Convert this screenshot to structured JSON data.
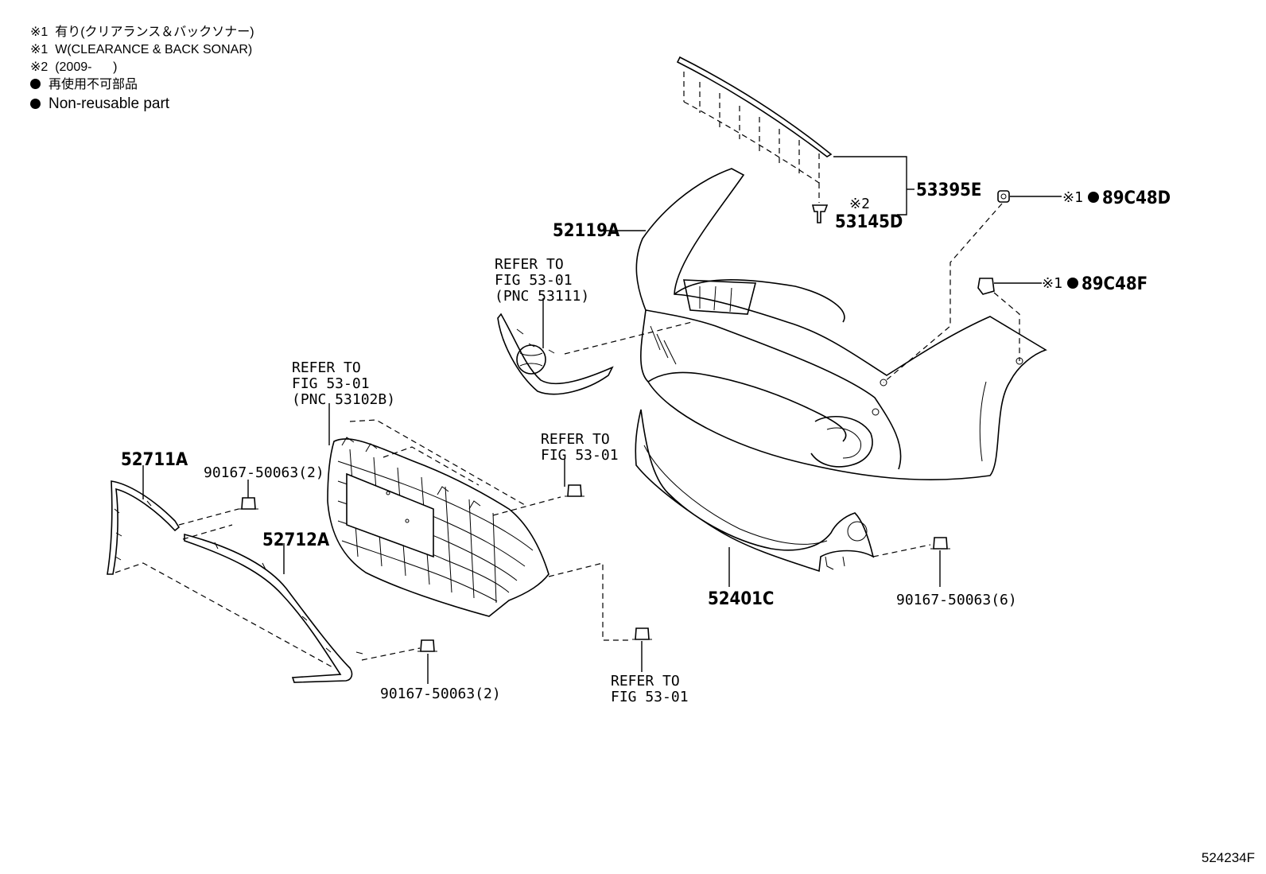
{
  "legend": {
    "note1_jp": "※1  有り(クリアランス＆バックソナー)",
    "note1_en": "※1  W(CLEARANCE & BACK SONAR)",
    "note2": "※2  (2009-      )",
    "nonreuse_jp": "再使用不可部品",
    "nonreuse_en": "Non-reusable part"
  },
  "parts": {
    "p53395E": "53395E",
    "p53145D": "53145D",
    "p53145D_note": "※2",
    "p52119A": "52119A",
    "p89C48D_note": "※1",
    "p89C48D": "89C48D",
    "p89C48F_note": "※1",
    "p89C48F": "89C48F",
    "p52711A": "52711A",
    "p52712A": "52712A",
    "p52401C": "52401C",
    "bolt_a": "90167-50063(2)",
    "bolt_b": "90167-50063(2)",
    "bolt_c": "90167-50063(6)"
  },
  "refs": {
    "emblem": [
      "REFER TO",
      "FIG 53-01",
      "(PNC 53111)"
    ],
    "grille": [
      "REFER TO",
      "FIG 53-01",
      "(PNC 53102B)"
    ],
    "right_clip": [
      "REFER TO",
      "FIG 53-01"
    ],
    "bottom_clip": [
      "REFER TO",
      "FIG 53-01"
    ]
  },
  "figure_id": "524234F"
}
